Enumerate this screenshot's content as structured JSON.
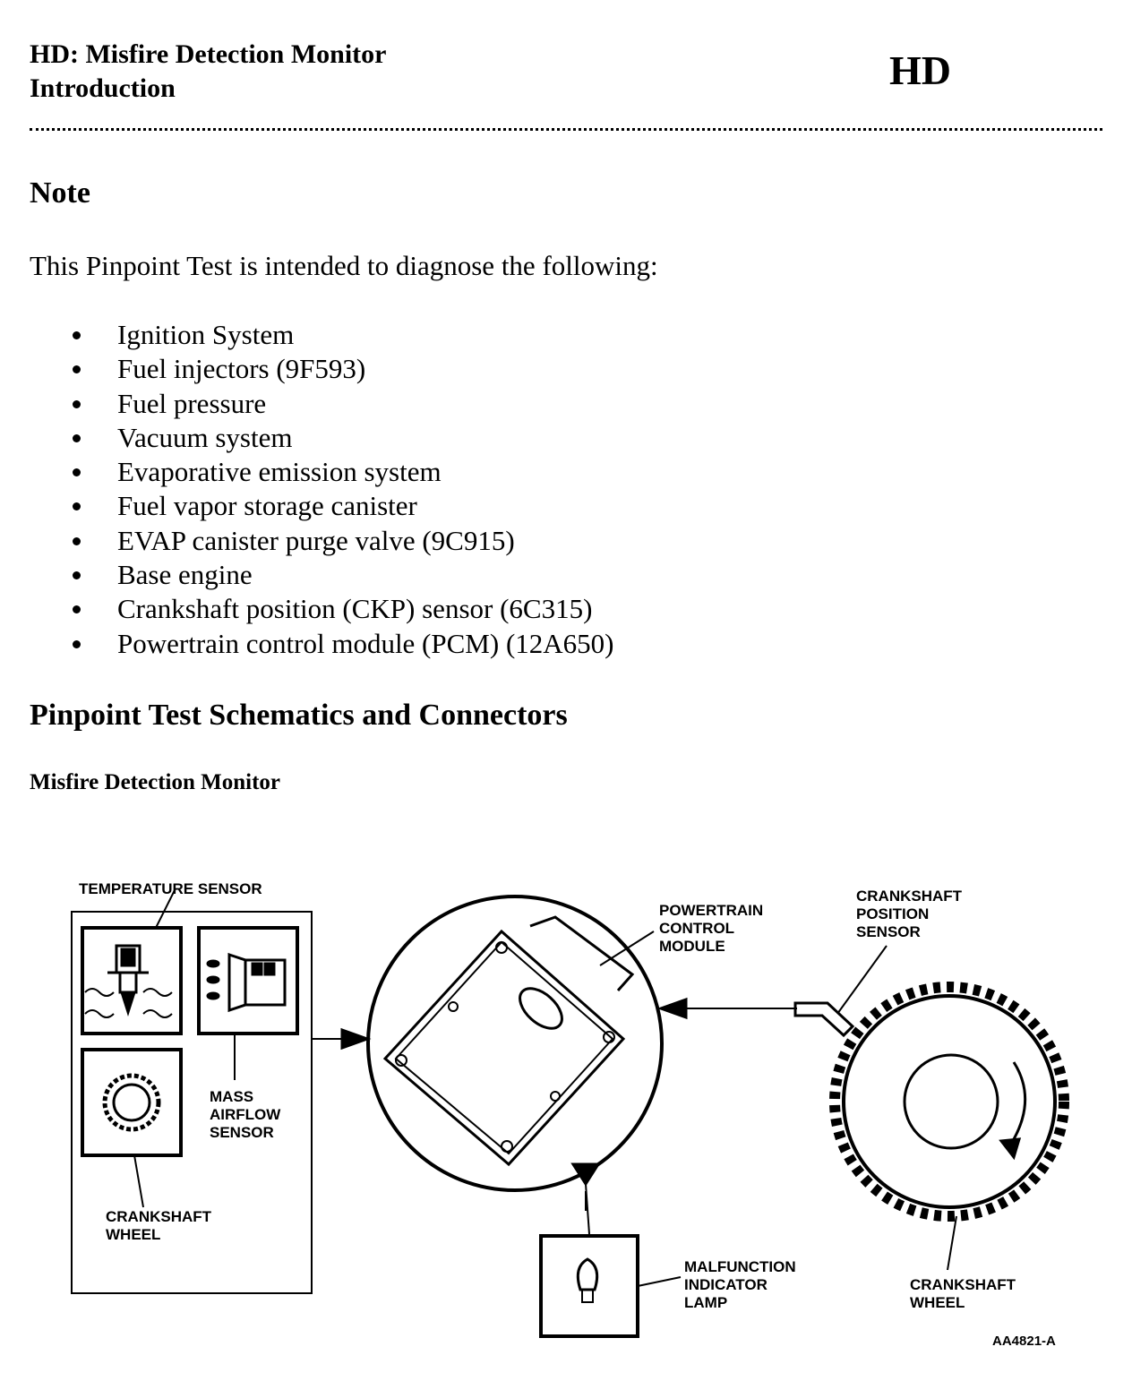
{
  "header": {
    "title_line1": "HD: Misfire Detection Monitor",
    "title_line2": "Introduction",
    "code": "HD"
  },
  "note": {
    "heading": "Note",
    "intro": "This Pinpoint Test is intended to diagnose the following:",
    "items": [
      "Ignition System",
      "Fuel injectors (9F593)",
      "Fuel pressure",
      "Vacuum system",
      "Evaporative emission system",
      "Fuel vapor storage canister",
      "EVAP canister purge valve (9C915)",
      "Base engine",
      "Crankshaft position (CKP) sensor (6C315)",
      "Powertrain control module (PCM) (12A650)"
    ]
  },
  "schematics": {
    "heading": "Pinpoint Test Schematics and Connectors",
    "subheading": "Misfire Detection Monitor"
  },
  "diagram": {
    "labels": {
      "temperature_sensor": "TEMPERATURE SENSOR",
      "mass_airflow_sensor": [
        "MASS",
        "AIRFLOW",
        "SENSOR"
      ],
      "crankshaft_wheel_left": [
        "CRANKSHAFT",
        "WHEEL"
      ],
      "powertrain_control_module": [
        "POWERTRAIN",
        "CONTROL",
        "MODULE"
      ],
      "crankshaft_position_sensor": [
        "CRANKSHAFT",
        "POSITION",
        "SENSOR"
      ],
      "malfunction_indicator_lamp": [
        "MALFUNCTION",
        "INDICATOR",
        "LAMP"
      ],
      "crankshaft_wheel_right": [
        "CRANKSHAFT",
        "WHEEL"
      ],
      "figure_code": "AA4821-A"
    }
  }
}
